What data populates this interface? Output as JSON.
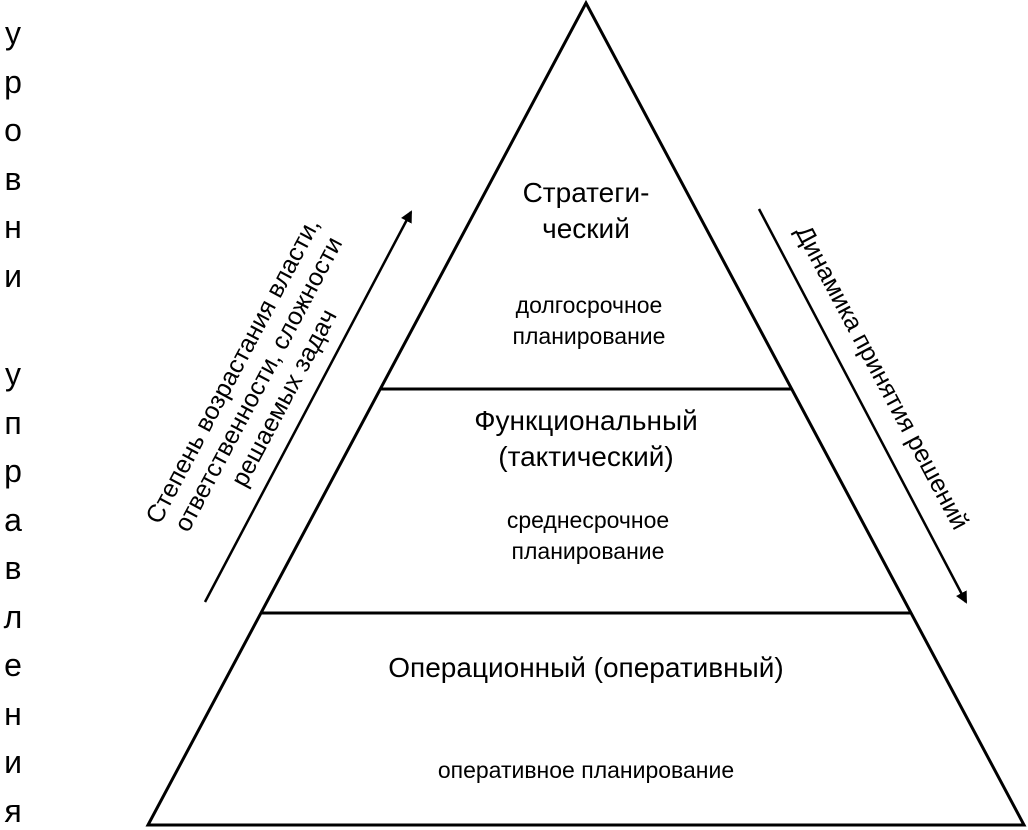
{
  "vertical_title": {
    "word1": "уровни",
    "word2": "управления"
  },
  "levels": [
    {
      "name_lines": [
        "Стратеги-",
        "ческий"
      ],
      "desc_lines": [
        "долгосрочное",
        "планирование"
      ]
    },
    {
      "name_lines": [
        "Функциональный",
        "(тактический)"
      ],
      "desc_lines": [
        "среднесрочное",
        "планирование"
      ]
    },
    {
      "name_lines": [
        "Операционный (оперативный)"
      ],
      "desc_lines": [
        "оперативное планирование"
      ]
    }
  ],
  "left_arrow": {
    "direction": "up",
    "lines": [
      "Степень возрастания власти,",
      "ответственности, сложности",
      "решаемых задач"
    ]
  },
  "right_arrow": {
    "direction": "down",
    "lines": [
      "Динамика принятия решений"
    ]
  },
  "colors": {
    "stroke": "#000000",
    "background": "#ffffff"
  }
}
